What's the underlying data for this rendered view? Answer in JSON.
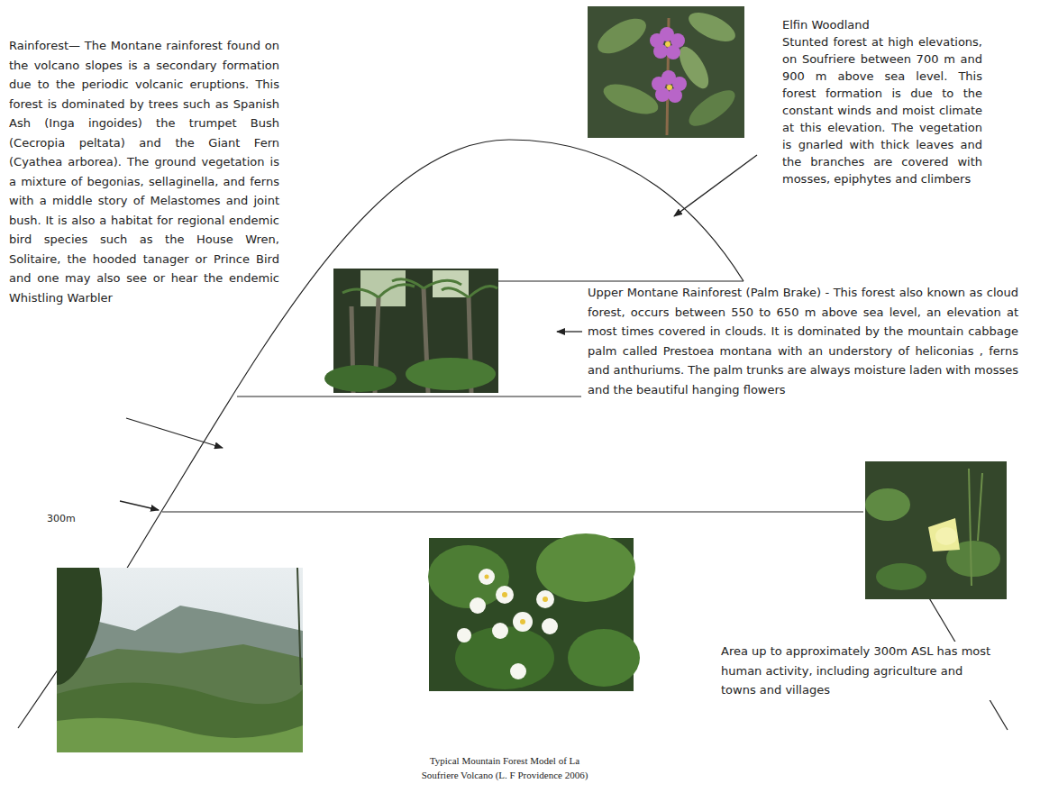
{
  "diagram": {
    "caption": "Typical Mountain Forest Model of La Soufriere Volcano (L. F Providence 2006)",
    "labels": [
      "Rainforest— The Montane rainforest found on the volcano slopes is a secondary formation due to the periodic volcanic eruptions. This forest is dominated by trees such as Spanish Ash (Inga ingoides) the trumpet Bush (Cecropia peltata) and the Giant Fern (Cyathea arborea). The ground vegetation is a mixture of begonias, sellaginella, and ferns with a middle story of Melastomes and joint bush. It is also a habitat for regional endemic bird species such as the House Wren, Solitaire, the hooded tanager or Prince Bird and one may also see or hear the endemic Whistling Warbler",
      "Elfin Woodland",
      "Stunted forest at high elevations, on Soufriere between 700 m and 900 m above sea level. This forest formation is due to the constant winds and moist climate at this elevation. The vegetation is gnarled with thick leaves and the branches are covered with mosses, epiphytes and climbers",
      "Upper Montane Rainforest (Palm Brake) - This forest also known as cloud forest, occurs between 550 to 650 m above sea level, an elevation at most times covered in clouds. It is dominated by the mountain cabbage palm called Prestoea montana with an understory of heliconias , ferns and anthuriums. The palm trunks are always moisture laden with mosses and the beautiful hanging flowers",
      "300m",
      "Area up to approximately 300m ASL has most human activity, including agriculture and towns and villages"
    ]
  }
}
